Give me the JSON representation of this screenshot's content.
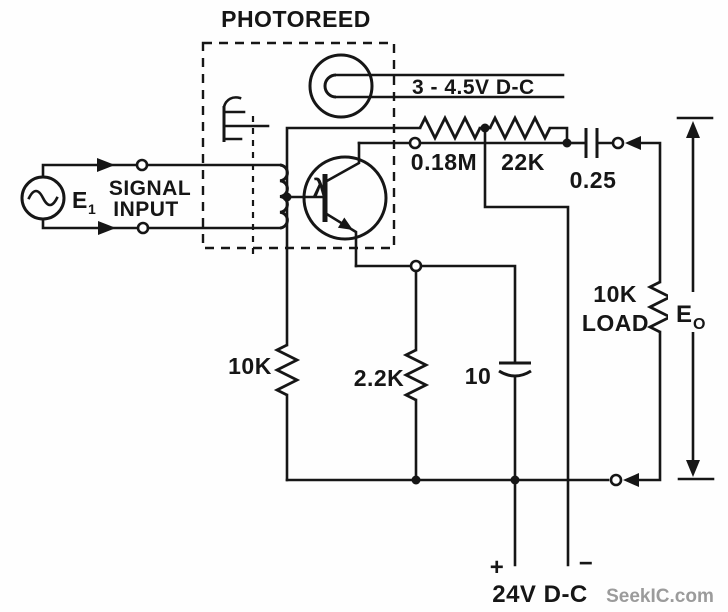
{
  "title": "PHOTOREED",
  "signal_source": {
    "label": "E",
    "label_sub": "1",
    "caption_line1": "SIGNAL",
    "caption_line2": "INPUT"
  },
  "lamp": {
    "supply_label": "3 - 4.5V D-C"
  },
  "transistor": {
    "lambda": "λ"
  },
  "resistors": {
    "r_collector": "0.18M",
    "r_feedback": "22K",
    "r_base_bias": "10K",
    "r_emitter": "2.2K",
    "load_value": "10K",
    "load_word": "LOAD"
  },
  "capacitors": {
    "c_output": "0.25",
    "c_bypass": "10"
  },
  "output": {
    "label": "E",
    "label_sub": "O"
  },
  "supply_24v": {
    "plus": "+",
    "minus": "−",
    "label": "24V D-C"
  },
  "watermark": "SeekIC.com",
  "colors": {
    "line": "#161616",
    "background": "#fefefe",
    "watermark": "#9b9b9b"
  }
}
